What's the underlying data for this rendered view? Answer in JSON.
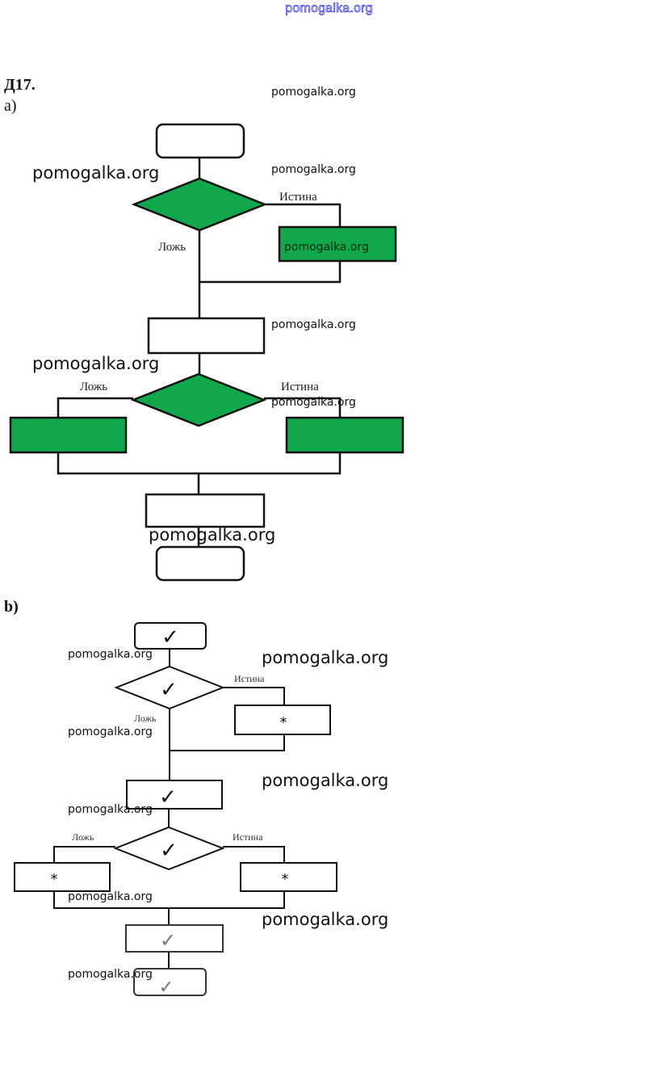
{
  "header": {
    "site_link": "pomogalka.org"
  },
  "task": {
    "number": "Д17.",
    "part_a_label": "a)",
    "part_b_label": "b)"
  },
  "colors": {
    "fill_green": "#10A84A",
    "stroke": "#111111",
    "header_link": "#2a2ad0"
  },
  "labels": {
    "true": "Истина",
    "false": "Ложь"
  },
  "part_b_symbols": {
    "check": "✓",
    "star": "*"
  },
  "watermarks": [
    "pomogalka.org",
    "pomogalka.org",
    "pomogalka.org",
    "pomogalka.org",
    "pomogalka.org",
    "pomogalka.org",
    "pomogalka.org",
    "pomogalka.org",
    "pomogalka.org",
    "pomogalka.org",
    "pomogalka.org",
    "pomogalka.org",
    "pomogalka.org",
    "pomogalka.org",
    "pomogalka.org"
  ],
  "diagram_a": {
    "nodes": [
      {
        "id": "a-start",
        "type": "terminal",
        "fill": "none",
        "text": ""
      },
      {
        "id": "a-cond1",
        "type": "decision",
        "fill": "green",
        "text": ""
      },
      {
        "id": "a-true1",
        "type": "process",
        "fill": "green",
        "text": ""
      },
      {
        "id": "a-proc1",
        "type": "process",
        "fill": "none",
        "text": ""
      },
      {
        "id": "a-cond2",
        "type": "decision",
        "fill": "green",
        "text": ""
      },
      {
        "id": "a-false2",
        "type": "process",
        "fill": "green",
        "text": ""
      },
      {
        "id": "a-true2",
        "type": "process",
        "fill": "green",
        "text": ""
      },
      {
        "id": "a-proc2",
        "type": "process",
        "fill": "none",
        "text": ""
      },
      {
        "id": "a-end",
        "type": "terminal",
        "fill": "none",
        "text": ""
      }
    ]
  },
  "diagram_b": {
    "nodes": [
      {
        "id": "b-start",
        "type": "terminal",
        "mark": "check"
      },
      {
        "id": "b-cond1",
        "type": "decision",
        "mark": "check"
      },
      {
        "id": "b-true1",
        "type": "process",
        "mark": "star"
      },
      {
        "id": "b-proc1",
        "type": "process",
        "mark": "check"
      },
      {
        "id": "b-cond2",
        "type": "decision",
        "mark": "check"
      },
      {
        "id": "b-false2",
        "type": "process",
        "mark": "star"
      },
      {
        "id": "b-true2",
        "type": "process",
        "mark": "star"
      },
      {
        "id": "b-proc2",
        "type": "process",
        "mark": "check"
      },
      {
        "id": "b-end",
        "type": "terminal",
        "mark": "check"
      }
    ]
  }
}
